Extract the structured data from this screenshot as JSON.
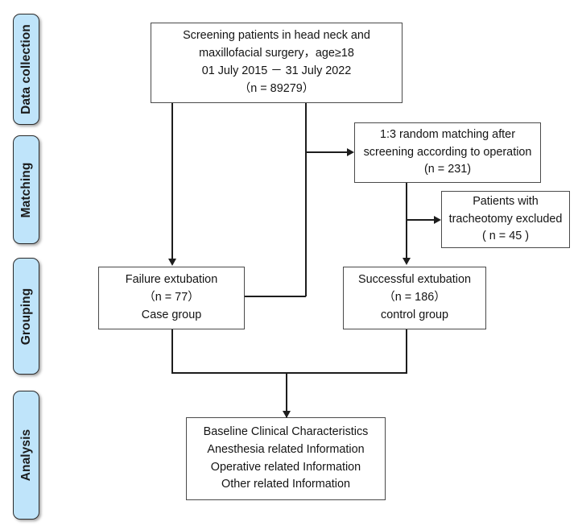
{
  "figure": {
    "type": "flowchart",
    "orientation": "top-down",
    "background_color": "#ffffff",
    "stage_fill_color": "#bfe4fa",
    "stage_border_color": "#2b2b2b",
    "node_border_color": "#4a4a4a",
    "connector_color": "#1d1d1d"
  },
  "stages": [
    {
      "label": "Data collection"
    },
    {
      "label": "Matching"
    },
    {
      "label": "Grouping"
    },
    {
      "label": "Analysis"
    }
  ],
  "nodes": {
    "screening": {
      "name": "screening-box",
      "lines": [
        "Screening patients in head neck and",
        "maxillofacial surgery，age≥18",
        "01 July 2015 － 31 July 2022",
        "（n = 89279）"
      ]
    },
    "matching": {
      "name": "matching-box",
      "lines": [
        "1:3 random matching after",
        "screening according to operation",
        "(n = 231)"
      ]
    },
    "excluded": {
      "name": "excluded-box",
      "lines": [
        "Patients with",
        "tracheotomy excluded",
        "( n = 45 )"
      ]
    },
    "case_group": {
      "name": "case-group-box",
      "lines": [
        "Failure extubation",
        "（n = 77）",
        "Case group"
      ]
    },
    "control_group": {
      "name": "control-group-box",
      "lines": [
        "Successful extubation",
        "（n = 186）",
        "control group"
      ]
    },
    "analysis": {
      "name": "analysis-box",
      "lines": [
        "Baseline Clinical Characteristics",
        "Anesthesia related Information",
        "Operative related Information",
        "Other related Information"
      ]
    }
  },
  "counts": {
    "screened": 89279,
    "matched": 231,
    "excluded_tracheotomy": 45,
    "case_group": 77,
    "control_group": 186
  }
}
